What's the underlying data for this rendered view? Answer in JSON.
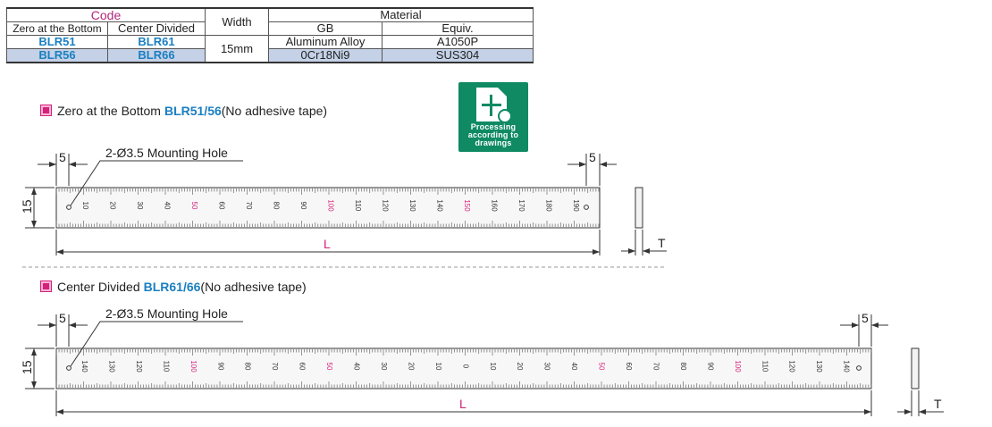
{
  "table": {
    "code_header": "Code",
    "width_header": "Width",
    "material_header": "Material",
    "zero_header": "Zero at the Bottom",
    "center_header": "Center Divided",
    "gb_header": "GB",
    "equiv_header": "Equiv.",
    "rows": [
      {
        "zero": "BLR51",
        "center": "BLR61",
        "gb": "Aluminum Alloy",
        "equiv": "A1050P"
      },
      {
        "zero": "BLR56",
        "center": "BLR66",
        "gb": "0Cr18Ni9",
        "equiv": "SUS304"
      }
    ],
    "width_value": "15mm"
  },
  "section1": {
    "title": "Zero at the Bottom",
    "code": "BLR51/56",
    "note": "(No adhesive tape)"
  },
  "section2": {
    "title": "Center Divided",
    "code": "BLR61/66",
    "note": "(No adhesive tape)"
  },
  "badge": {
    "line1": "Processing",
    "line2": "according to",
    "line3": "drawings"
  },
  "drawing1": {
    "hole_label": "2-Ø3.5 Mounting Hole",
    "dim_left": "5",
    "dim_right": "5",
    "dim_height": "15",
    "dim_length": "L",
    "dim_thickness": "T",
    "scale_labels": [
      "10",
      "20",
      "30",
      "40",
      "50",
      "60",
      "70",
      "80",
      "90",
      "100",
      "110",
      "120",
      "130",
      "140",
      "150",
      "160",
      "170",
      "180",
      "190"
    ]
  },
  "drawing2": {
    "hole_label": "2-Ø3.5 Mounting Hole",
    "dim_left": "5",
    "dim_right": "5",
    "dim_height": "15",
    "dim_length": "L",
    "dim_thickness": "T",
    "scale_labels": [
      "140",
      "130",
      "120",
      "110",
      "100",
      "90",
      "80",
      "70",
      "60",
      "50",
      "40",
      "30",
      "20",
      "10",
      "0",
      "10",
      "20",
      "30",
      "40",
      "50",
      "60",
      "70",
      "80",
      "90",
      "100",
      "110",
      "120",
      "130",
      "140"
    ]
  },
  "colors": {
    "accent_pink": "#d6207a",
    "code_blue": "#1a7fc1",
    "highlight_label": "#d6207a",
    "badge_green": "#0f8a63",
    "row_shade": "#c4d1e7"
  }
}
